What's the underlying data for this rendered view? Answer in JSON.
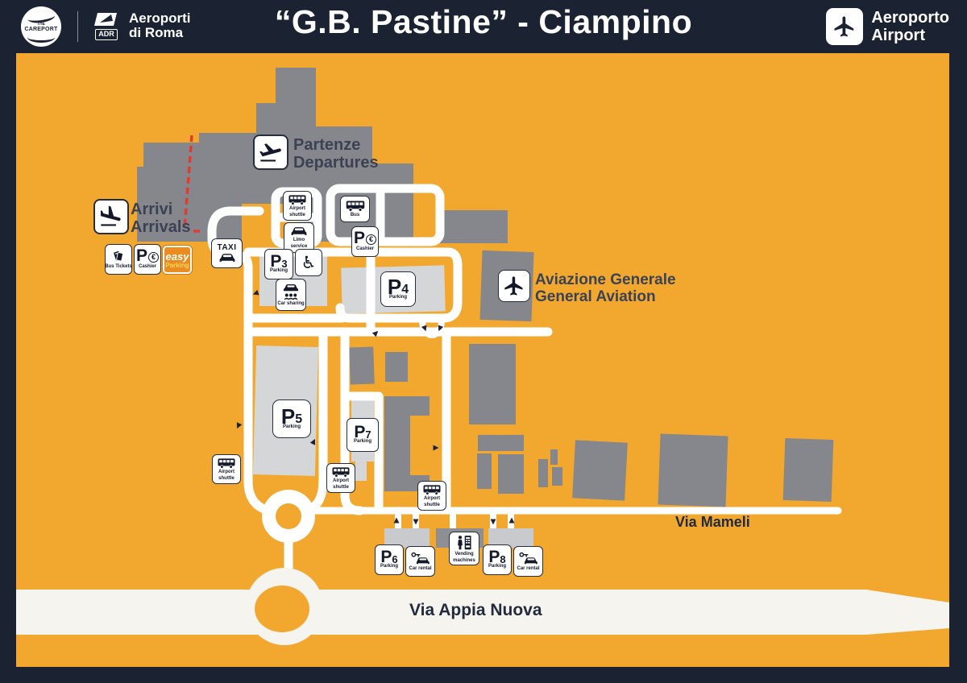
{
  "colors": {
    "header_bg": "#1B2232",
    "map_bg": "#F2A72F",
    "building_gray": "#85878C",
    "parking_gray": "#D4D6D8",
    "road_white": "#FFFFFF",
    "appia_white": "#F6F4EF",
    "red_dashed": "#E23B2E",
    "easy_badge_orange": "#EA8C1F",
    "label_navy": "#3B4254"
  },
  "header": {
    "careport_the": "THE",
    "careport_name": "CAREPORT",
    "adr_abbr": "ADR",
    "adr_line1": "Aeroporti",
    "adr_line2": "di Roma",
    "title": "“G.B. Pastine” - Ciampino",
    "airport_line1": "Aeroporto",
    "airport_line2": "Airport"
  },
  "map": {
    "departures_it": "Partenze",
    "departures_en": "Departures",
    "arrivals_it": "Arrivi",
    "arrivals_en": "Arrivals",
    "aviation_it": "Aviazione Generale",
    "aviation_en": "General Aviation",
    "via_mameli": "Via Mameli",
    "via_appia": "Via Appia Nuova",
    "taxi": "TAXI",
    "p_letter": "P",
    "parking_word": "Parking",
    "euro": "€",
    "p_numbers": {
      "p3": "3",
      "p4": "4",
      "p5": "5",
      "p6": "6",
      "p7": "7",
      "p8": "8"
    },
    "labels": {
      "bus_tickets": "Bus Tickets",
      "cashier": "Cashier",
      "easy1": "easy",
      "easy2": "Parking",
      "shuttle1": "Airport",
      "shuttle2": "shuttle",
      "limo1": "Limo",
      "limo2": "service",
      "bus": "Bus",
      "car_sharing": "Car sharing",
      "car_rental": "Car rental",
      "vending1": "Vending",
      "vending2": "machines"
    }
  }
}
